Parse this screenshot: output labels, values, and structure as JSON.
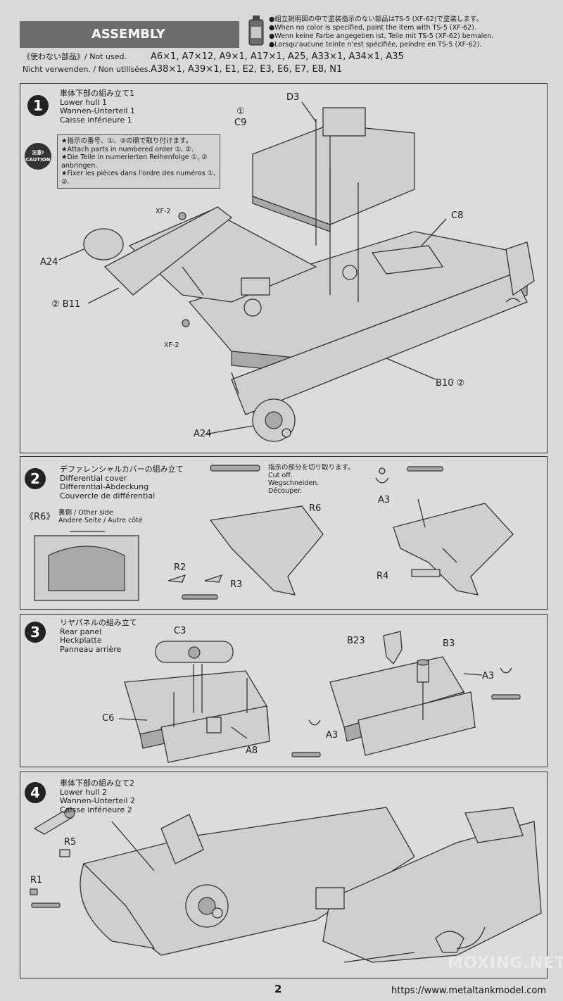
{
  "header": {
    "title": "ASSEMBLY",
    "paint_notes": [
      "●組立説明図の中で塗装指示のない部品はTS-5 (XF-62)で塗装します。",
      "●When no color is specified, paint the item with TS-5 (XF-62).",
      "●Wenn keine Farbe angegeben ist, Teile mit TS-5 (XF-62) bemalen.",
      "●Lorsqu'aucune teinte n'est spécifiée, peindre en TS-5 (XF-62)."
    ],
    "not_used_label_1": "《使わない部品》/ Not used.",
    "not_used_label_2": "Nicht verwenden. / Non utilisées.",
    "not_used_parts_1": "A6×1, A7×12, A9×1, A17×1, A25, A33×1, A34×1, A35",
    "not_used_parts_2": "A38×1, A39×1, E1, E2, E3, E6, E7, E8, N1"
  },
  "step1": {
    "number": "1",
    "title_jp": "車体下部の組み立て1",
    "title_en": "Lower hull 1",
    "title_de": "Wannen-Unterteil 1",
    "title_fr": "Caisse inférieure 1",
    "caution_icon": "注意! CAUTION",
    "caution_lines": [
      "★指示の番号、①、②の順で取り付けます。",
      "★Attach parts in numbered order ①, ②.",
      "★Die Teile in numerierten Reihenfolge ①, ② anbringen.",
      "★Fixer les pièces dans l'ordre des numéros ①, ②."
    ],
    "labels": {
      "d3": "D3",
      "c9_num": "①",
      "c9": "C9",
      "c8": "C8",
      "xf2_top": "XF-2",
      "xf2_bottom": "XF-2",
      "a24_left": "A24",
      "b11": "② B11",
      "b10": "B10 ②",
      "a24_bottom": "A24"
    }
  },
  "step2": {
    "number": "2",
    "title_jp": "デファレンシャルカバーの組み立て",
    "title_en": "Differential cover",
    "title_de": "Differential-Abdeckung",
    "title_fr": "Couvercle de différential",
    "cut_jp": "指示の部分を切り取ります。",
    "cut_en": "Cut off.",
    "cut_de": "Wegschneiden.",
    "cut_fr": "Découper.",
    "r6_side": "《R6》",
    "r6_side_jp": "裏側 / Other side",
    "r6_side_de": "Andere Seite / Autre côté",
    "labels": {
      "r6": "R6",
      "r2": "R2",
      "r3": "R3",
      "a3": "A3",
      "r4": "R4"
    }
  },
  "step3": {
    "number": "3",
    "title_jp": "リヤパネルの組み立て",
    "title_en": "Rear panel",
    "title_de": "Heckplatte",
    "title_fr": "Panneau arrière",
    "labels": {
      "c3": "C3",
      "c6": "C6",
      "a8": "A8",
      "b23": "B23",
      "b3": "B3",
      "a3_right": "A3",
      "a3_bottom": "A3"
    }
  },
  "step4": {
    "number": "4",
    "title_jp": "車体下部の組み立て2",
    "title_en": "Lower hull 2",
    "title_de": "Wannen-Unterteil 2",
    "title_fr": "Caisse inférieure 2",
    "labels": {
      "r5": "R5",
      "r1": "R1"
    }
  },
  "footer": {
    "page_number": "2",
    "watermark": "MOXING.NET",
    "url": "https://www.metaltankmodel.com"
  }
}
